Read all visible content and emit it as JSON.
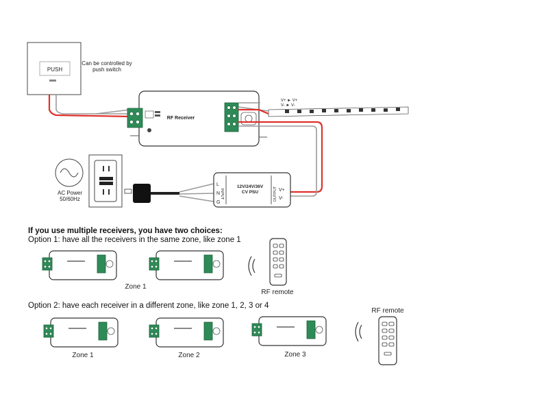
{
  "push_switch": {
    "label": "PUSH",
    "note_line1": "Can be controlled by",
    "note_line2": "push switch"
  },
  "receiver": {
    "label": "RF Receiver"
  },
  "strip": {
    "label_v_plus": "V+ ► V+",
    "label_v_minus": "V- ► V-"
  },
  "ac_power": {
    "line1": "AC Power",
    "line2": "50/60Hz"
  },
  "psu": {
    "line1": "12V/24V/36V",
    "line2": "CV PSU",
    "input_label": "INPUT",
    "output_label": "OUTPUT",
    "input_pins": [
      "L",
      "N",
      "G"
    ],
    "output_pins": [
      "V+",
      "V-"
    ]
  },
  "multi_section": {
    "title": "If you use multiple receivers, you have two choices:",
    "option1": "Option 1: have all the receivers in the same zone, like zone 1",
    "option1_zone": "Zone 1",
    "option1_remote": "RF remote",
    "option2": "Option 2: have each receiver in a different zone, like zone 1, 2, 3 or 4",
    "option2_remote": "RF remote",
    "option2_zones": [
      "Zone 1",
      "Zone 2",
      "Zone 3"
    ]
  },
  "colors": {
    "wire_red": "#e0302a",
    "terminal_green": "#2e8b57",
    "wire_gray": "#9a9a9a"
  }
}
